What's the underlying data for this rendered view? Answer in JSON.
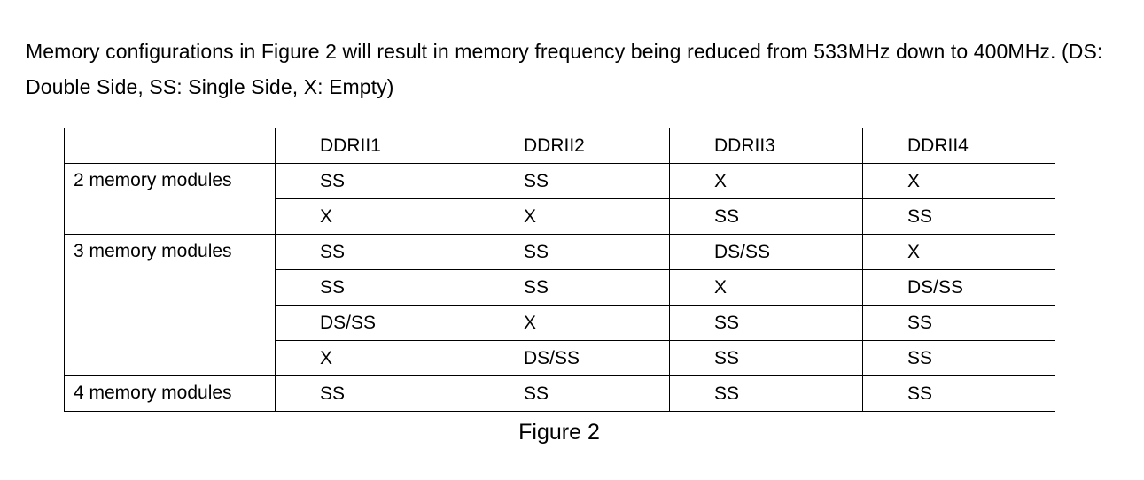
{
  "document": {
    "intro_line1": "Memory configurations in Figure 2 will result in memory frequency being reduced from 533MHz down",
    "intro_line2": "to 400MHz. (DS: Double Side, SS: Single Side, X: Empty)",
    "caption": "Figure 2"
  },
  "table": {
    "corner_header": "",
    "columns": [
      "DDRII1",
      "DDRII2",
      "DDRII3",
      "DDRII4"
    ],
    "row_groups": [
      {
        "label": "2 memory modules",
        "rows": [
          [
            "SS",
            "SS",
            "X",
            "X"
          ],
          [
            "X",
            "X",
            "SS",
            "SS"
          ]
        ]
      },
      {
        "label": "3 memory modules",
        "rows": [
          [
            "SS",
            "SS",
            "DS/SS",
            "X"
          ],
          [
            "SS",
            "SS",
            "X",
            "DS/SS"
          ],
          [
            "DS/SS",
            "X",
            "SS",
            "SS"
          ],
          [
            "X",
            "DS/SS",
            "SS",
            "SS"
          ]
        ]
      },
      {
        "label": "4 memory modules",
        "rows": [
          [
            "SS",
            "SS",
            "SS",
            "SS"
          ]
        ]
      }
    ]
  }
}
